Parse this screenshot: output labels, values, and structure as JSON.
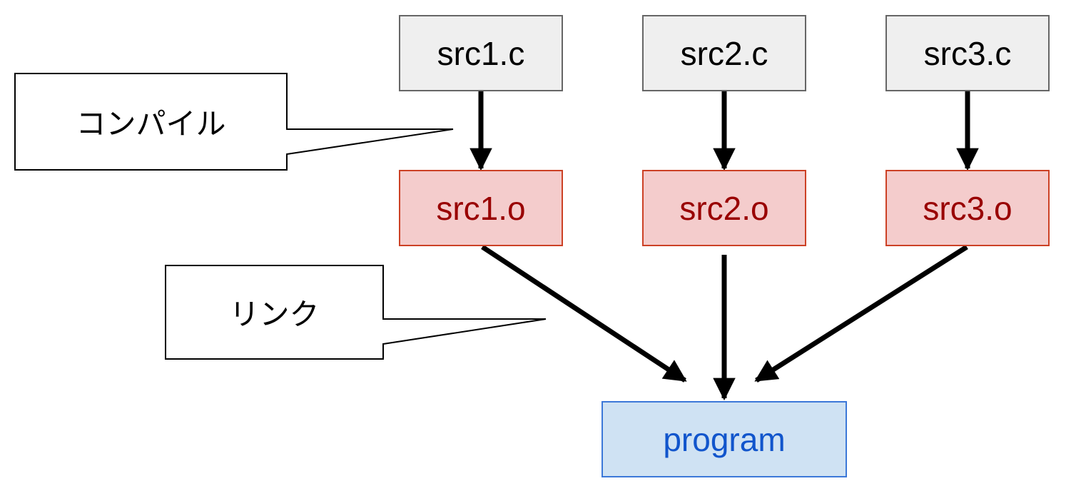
{
  "sources": [
    "src1.c",
    "src2.c",
    "src3.c"
  ],
  "objects": [
    "src1.o",
    "src2.o",
    "src3.o"
  ],
  "program": "program",
  "callouts": {
    "compile": "コンパイル",
    "link": "リンク"
  },
  "colors": {
    "source_fill": "#efefef",
    "source_border": "#666666",
    "object_fill": "#f4cccc",
    "object_border": "#cc4125",
    "object_text": "#990000",
    "program_fill": "#cfe2f3",
    "program_border": "#3c78d8",
    "program_text": "#1155cc",
    "arrow": "#000000"
  }
}
